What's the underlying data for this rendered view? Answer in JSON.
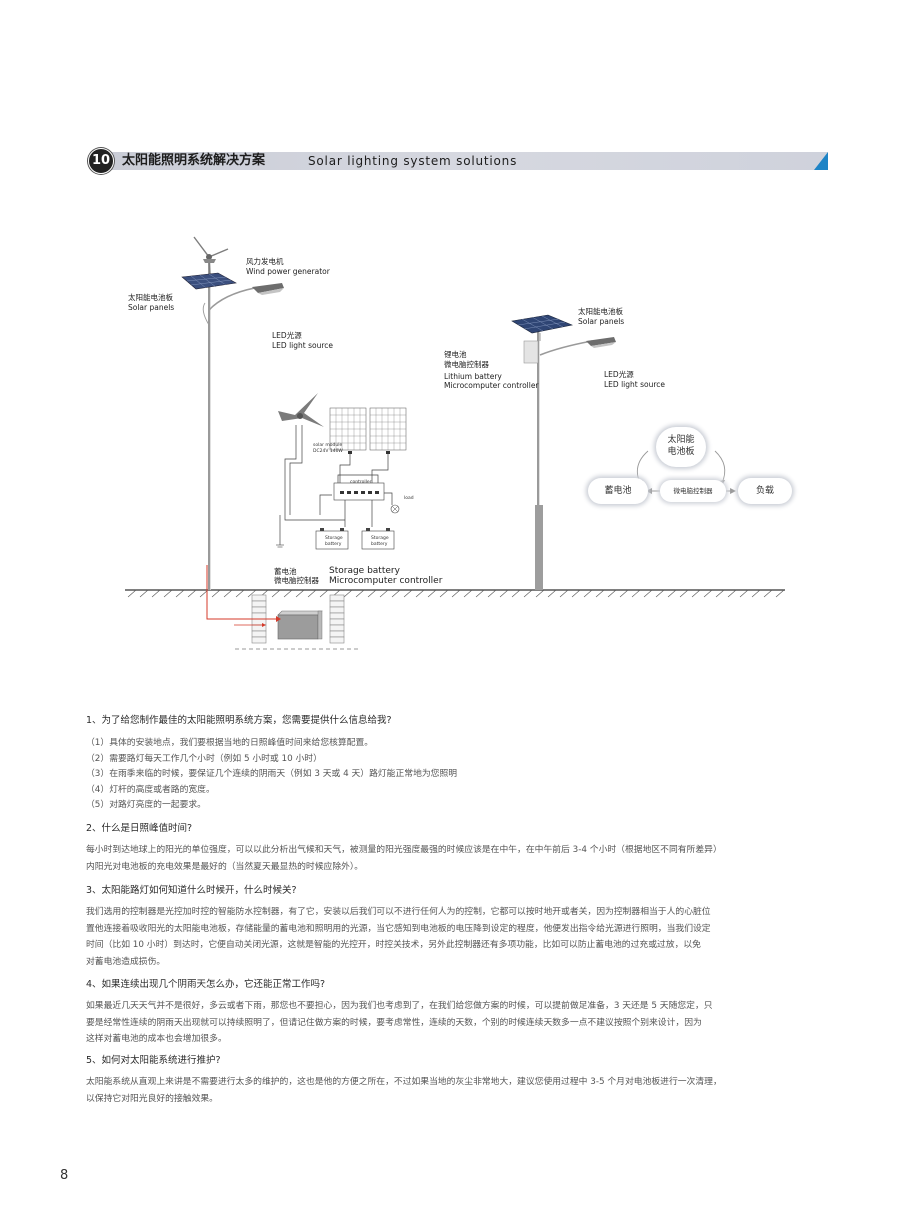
{
  "header": {
    "number": "10",
    "title_cn": "太阳能照明系统解决方案",
    "title_en": "Solar lighting system solutions",
    "accent_color": "#1e84c6"
  },
  "diagram": {
    "left_lamp": {
      "wind_cn": "风力发电机",
      "wind_en": "Wind power generator",
      "solar_cn": "太阳能电池板",
      "solar_en": "Solar panels",
      "led_cn": "LED光源",
      "led_en": "LED light source",
      "battery_cn": "蓄电池",
      "controller_cn": "微电脑控制器",
      "battery_en": "Storage battery",
      "controller_en": "Microcomputer controller"
    },
    "right_lamp": {
      "solar_cn": "太阳能电池板",
      "solar_en": "Solar panels",
      "lithium_cn": "锂电池",
      "controller_cn": "微电脑控制器",
      "lithium_en": "Lithium battery",
      "controller_en": "Microcomputer controller",
      "led_cn": "LED光源",
      "led_en": "LED light source"
    },
    "wiring": {
      "module_l1": "solar module",
      "module_l2": "DC24V 140W",
      "controller": "controller",
      "load": "load",
      "battery1_l1": "Storage",
      "battery1_l2": "battery",
      "battery2_l1": "Storage",
      "battery2_l2": "battery"
    },
    "flow": {
      "top_l1": "太阳能",
      "top_l2": "电池板",
      "left": "蓄电池",
      "middle": "微电脑控制器",
      "right": "负载"
    }
  },
  "qa": [
    {
      "q": "1、为了给您制作最佳的太阳能照明系统方案，您需要提供什么信息给我?",
      "items": [
        "（1）具体的安装地点，我们要根据当地的日照峰值时间来给您核算配置。",
        "（2）需要路灯每天工作几个小时（例如 5 小时或 10 小时）",
        "（3）在雨季来临的时候，要保证几个连续的阴雨天（例如 3 天或 4 天）路灯能正常地为您照明",
        "（4）灯杆的高度或者路的宽度。",
        "（5）对路灯亮度的一起要求。"
      ]
    },
    {
      "q": "2、什么是日照峰值时间?",
      "a": [
        "每小时到达地球上的阳光的单位强度，可以以此分析出气候和天气，被测量的阳光强度最强的时候应该是在中午，在中午前后 3-4 个小时（根据地区不同有所差异）",
        "内阳光对电池板的充电效果是最好的（当然夏天最显热的时候应除外）。"
      ]
    },
    {
      "q": "3、太阳能路灯如何知道什么时候开，什么时候关?",
      "a": [
        "我们选用的控制器是光控加时控的智能防水控制器，有了它，安装以后我们可以不进行任何人为的控制，它都可以按时地开或者关，因为控制器相当于人的心脏位",
        "置他连接着吸收阳光的太阳能电池板，存储能量的蓄电池和照明用的光源，当它感知到电池板的电压降到设定的程度，他便发出指令给光源进行照明，当我们设定",
        "时间（比如 10 小时）到达时，它便自动关闭光源，这就是智能的光控开，时控关技术，另外此控制器还有多项功能，比如可以防止蓄电池的过充或过放，以免",
        "对蓄电池造成损伤。"
      ]
    },
    {
      "q": "4、如果连续出现几个阴雨天怎么办，它还能正常工作吗?",
      "a": [
        "如果最近几天天气并不是很好，多云或者下雨，那您也不要担心，因为我们也考虑到了，在我们给您做方案的时候，可以提前做足准备，3 天还是 5 天随您定，只",
        "要是经常性连续的阴雨天出现就可以持续照明了，但请记住做方案的时候，要考虑常性，连续的天数，个别的时候连续天数多一点不建议按照个别来设计，因为",
        "这样对蓄电池的成本也会增加很多。"
      ]
    },
    {
      "q": "5、如何对太阳能系统进行推护?",
      "a": [
        "太阳能系统从直观上来讲是不需要进行太多的维护的，这也是他的方便之所在，不过如果当地的灰尘非常地大，建议您使用过程中 3-5 个月对电池板进行一次清理，",
        "以保持它对阳光良好的接触效果。"
      ]
    }
  ],
  "footer": {
    "page_number": "8"
  }
}
